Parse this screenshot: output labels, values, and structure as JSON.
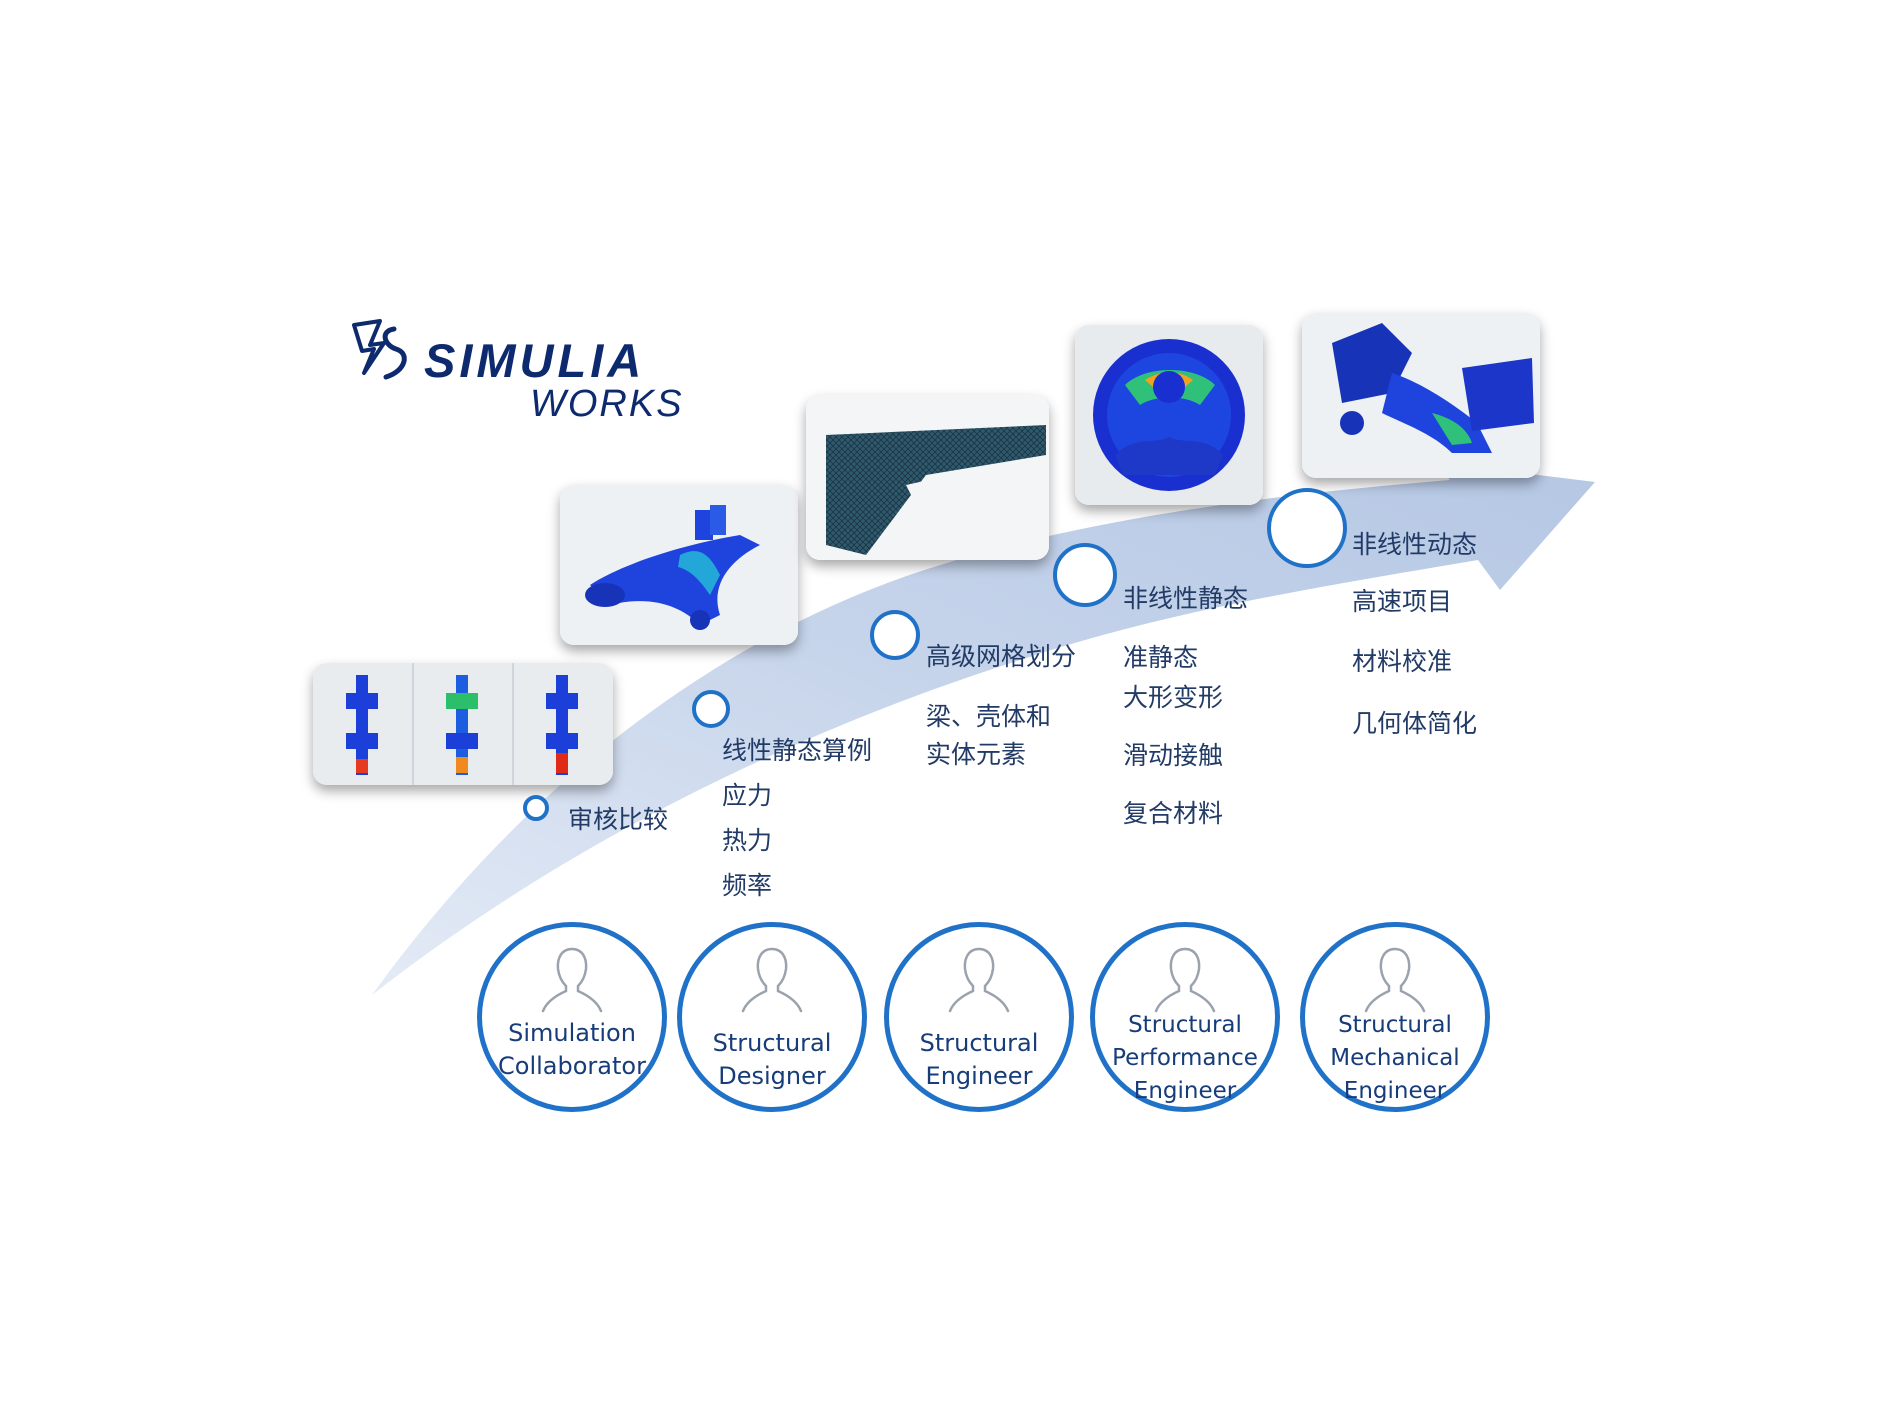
{
  "logo": {
    "name": "SIMULIA",
    "sub": "WORKS"
  },
  "stages": [
    {
      "features": [
        "审核比较"
      ]
    },
    {
      "features": [
        "线性静态算例",
        "应力",
        "热力",
        "频率"
      ]
    },
    {
      "features": [
        "高级网格划分",
        "梁、壳体和",
        "实体元素"
      ]
    },
    {
      "features": [
        "非线性静态",
        "准静态",
        "大形变形",
        "滑动接触",
        "复合材料"
      ]
    },
    {
      "features": [
        "非线性动态",
        "高速项目",
        "材料校准",
        "几何体简化"
      ]
    }
  ],
  "roles": [
    {
      "label": "Simulation\nCollaborator"
    },
    {
      "label": "Structural\nDesigner"
    },
    {
      "label": "Structural\nEngineer"
    },
    {
      "label": "Structural\nPerformance\nEngineer"
    },
    {
      "label": "Structural\nMechanical\nEngineer"
    }
  ],
  "colors": {
    "arrow": "#c9d6ea",
    "circle_stroke": "#1f72c7",
    "text": "#223b66",
    "brand": "#0e2a6e"
  }
}
